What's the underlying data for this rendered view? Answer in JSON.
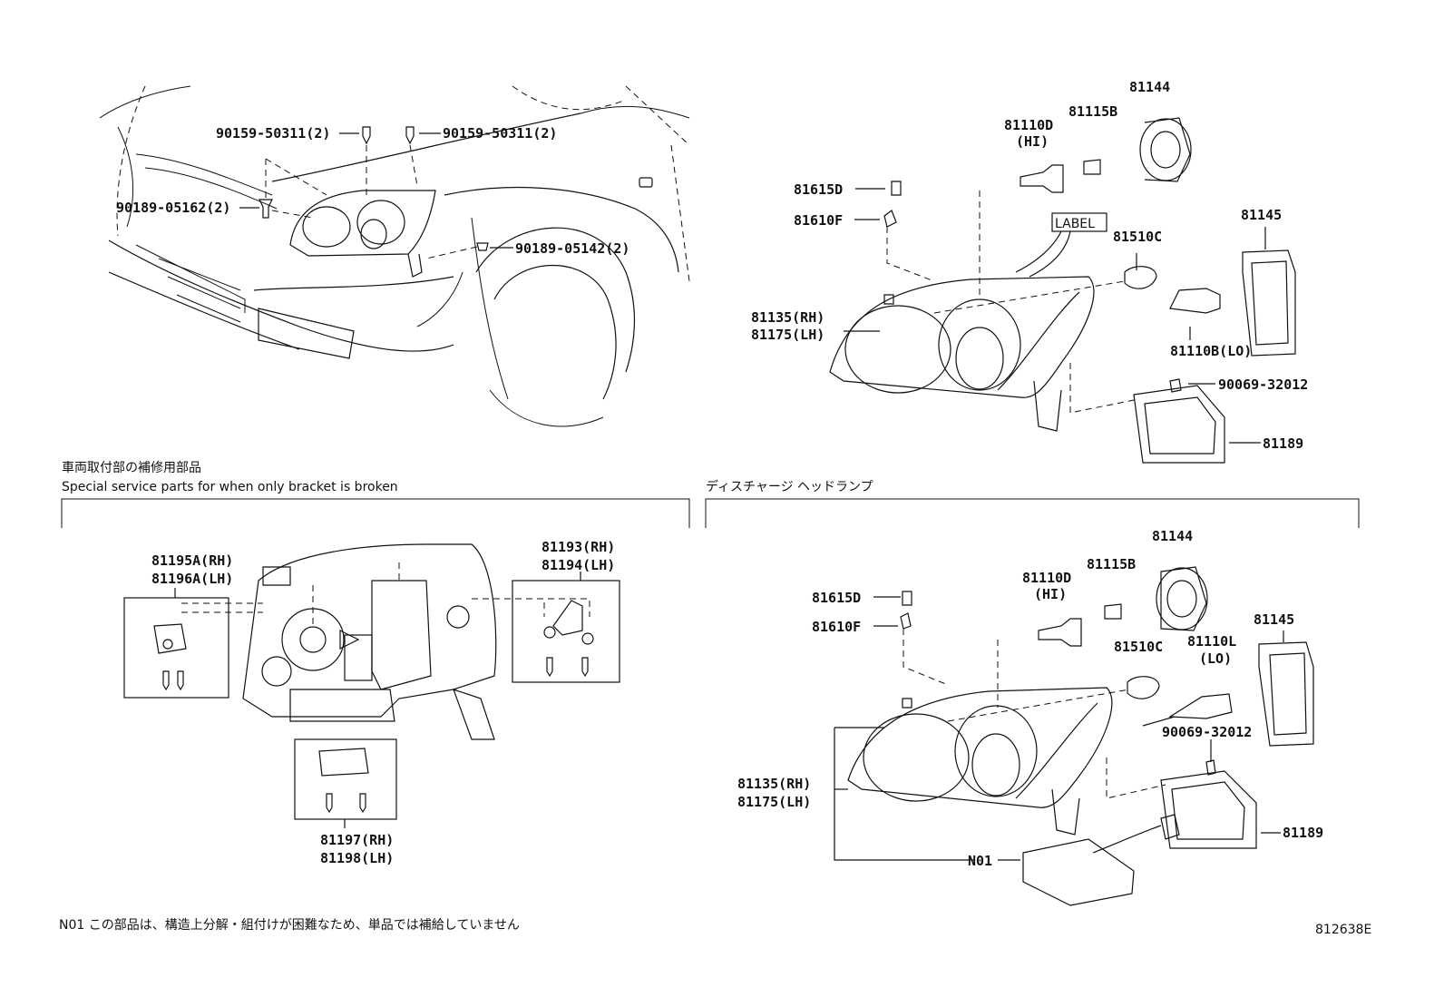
{
  "top_left": {
    "labels": [
      "90159-50311(2)",
      "90159-50311(2)",
      "90189-05162(2)",
      "90189-05142(2)"
    ]
  },
  "top_right": {
    "label_tag": "LABEL",
    "labels": {
      "p81144": "81144",
      "p81115B": "81115B",
      "p81110D": "81110D",
      "p81110D_sub": "(HI)",
      "p81615D": "81615D",
      "p81610F": "81610F",
      "p81510C": "81510C",
      "p81145": "81145",
      "p81135": "81135(RH)",
      "p81175": "81175(LH)",
      "p81110B": "81110B(LO)",
      "p90069": "90069-32012",
      "p81189": "81189"
    }
  },
  "left_section": {
    "title_jp": "車両取付部の補修用部品",
    "title_en": "Special service parts for when only bracket is broken",
    "labels": {
      "p81195A": "81195A(RH)",
      "p81196A": "81196A(LH)",
      "p81193": "81193(RH)",
      "p81194": "81194(LH)",
      "p81197": "81197(RH)",
      "p81198": "81198(LH)"
    }
  },
  "right_section": {
    "title_jp": "ディスチャージ ヘッドランプ",
    "labels": {
      "p81144": "81144",
      "p81115B": "81115B",
      "p81110D": "81110D",
      "p81110D_sub": "(HI)",
      "p81615D": "81615D",
      "p81610F": "81610F",
      "p81510C": "81510C",
      "p81110L": "81110L",
      "p81110L_sub": "(LO)",
      "p81145": "81145",
      "p90069": "90069-32012",
      "p81135": "81135(RH)",
      "p81175": "81175(LH)",
      "p81189": "81189",
      "pN01": "N01"
    }
  },
  "footer": {
    "note": "N01 この部品は、構造上分解・組付けが困難なため、単品では補給していません",
    "code": "812638E"
  }
}
